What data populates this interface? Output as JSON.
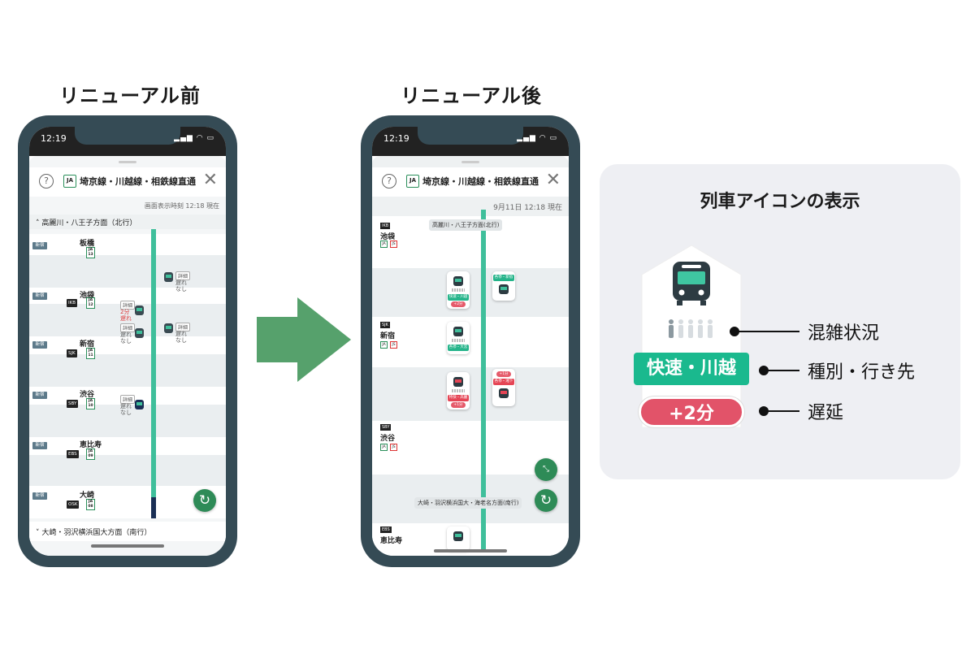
{
  "headings": {
    "before": "リニューアル前",
    "after": "リニューアル後"
  },
  "phone_status": {
    "time": "12:19",
    "icons": "▂▄▆ ◠ ▭"
  },
  "old_app": {
    "line_badge": "JA",
    "line_title": "埼京線・川越線・相鉄線直通",
    "close": "✕",
    "updated": "画面表示時刻 12:18 現在",
    "direction_top": "˄ 高麗川・八王子方面（北行）",
    "direction_bottom": "˅ 大崎・羽沢横浜国大方面（南行）",
    "stations": [
      {
        "badge": "新宿",
        "name": "板橋",
        "code": "",
        "num": "JA 13"
      },
      {
        "badge": "新宿",
        "name": "池袋",
        "code": "IKB",
        "num": "JA 12"
      },
      {
        "badge": "新宿",
        "name": "新宿",
        "code": "SJK",
        "num": "JA 11"
      },
      {
        "badge": "新宿",
        "name": "渋谷",
        "code": "SBY",
        "num": "JA 10"
      },
      {
        "badge": "新宿",
        "name": "恵比寿",
        "code": "EBS",
        "num": "JA 09"
      },
      {
        "badge": "新宿",
        "name": "大崎",
        "code": "OSK",
        "num": "JA 08"
      }
    ],
    "tags": {
      "detail": "詳細",
      "no_delay": "遅れなし",
      "delay": "2分遅れ"
    },
    "refresh": "↻"
  },
  "new_app": {
    "line_badge": "JA",
    "line_title": "埼京線・川越線・相鉄線直通",
    "close": "✕",
    "updated": "9月11日 12:18 現在",
    "direction_top": "高麗川・八王子方面(北行)",
    "direction_bottom": "大崎・羽沢横浜国大・海老名方面(南行)",
    "stations": [
      {
        "code": "IKB",
        "name": "池袋"
      },
      {
        "code": "SJK",
        "name": "新宿"
      },
      {
        "code": "SBY",
        "name": "渋谷"
      },
      {
        "code": "EBS",
        "name": "恵比寿"
      }
    ],
    "trains": [
      {
        "label": "快速・川越",
        "delay": "+2分"
      },
      {
        "label": "各停・新宿",
        "delay": ""
      },
      {
        "label": "各停・大宮",
        "delay": ""
      },
      {
        "label": "特快・高麗",
        "delay": "+1分"
      },
      {
        "label": "各停・湘下",
        "delay": "+1分"
      }
    ],
    "collapse": "⤡",
    "refresh": "↻"
  },
  "legend": {
    "title": "列車アイコンの表示",
    "train_label": "快速・川越",
    "delay_label": "+2分",
    "congestion": "混雑状況",
    "type_destination": "種別・行き先",
    "delay": "遅延"
  },
  "colors": {
    "frame": "#354b55",
    "track": "#3fbf9b",
    "arrow": "#56a16c",
    "green_label": "#1ab98e",
    "red_label": "#e25369"
  }
}
